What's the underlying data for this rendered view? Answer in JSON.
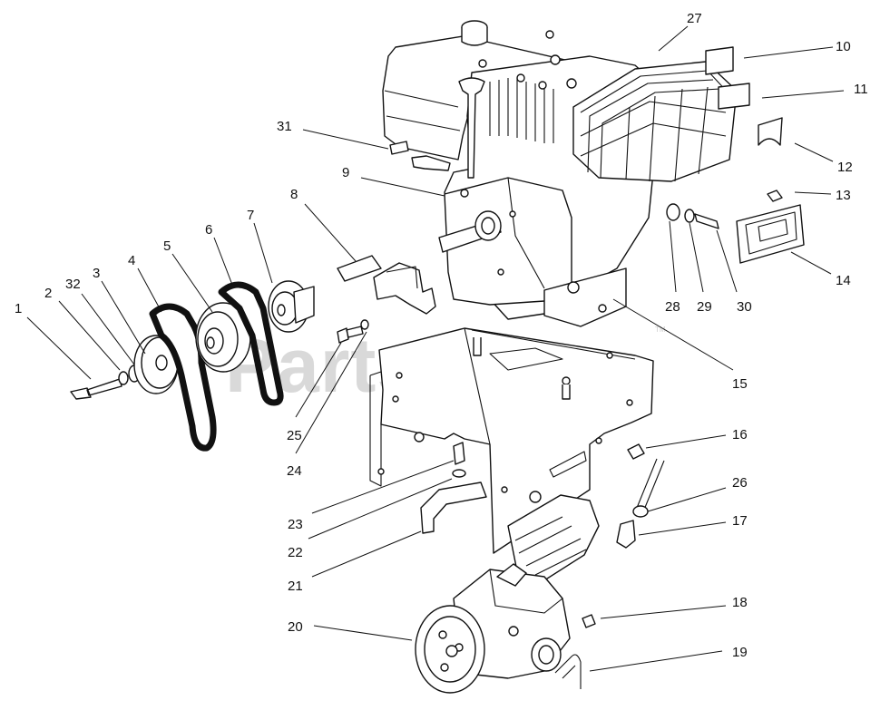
{
  "watermark": {
    "text": "PartsTree",
    "trademark": "TM"
  },
  "callouts": [
    {
      "id": "1",
      "label": "1"
    },
    {
      "id": "2",
      "label": "2"
    },
    {
      "id": "32",
      "label": "32"
    },
    {
      "id": "3",
      "label": "3"
    },
    {
      "id": "4",
      "label": "4"
    },
    {
      "id": "5",
      "label": "5"
    },
    {
      "id": "6",
      "label": "6"
    },
    {
      "id": "7",
      "label": "7"
    },
    {
      "id": "8",
      "label": "8"
    },
    {
      "id": "9",
      "label": "9"
    },
    {
      "id": "31",
      "label": "31"
    },
    {
      "id": "27",
      "label": "27"
    },
    {
      "id": "10",
      "label": "10"
    },
    {
      "id": "11",
      "label": "11"
    },
    {
      "id": "12",
      "label": "12"
    },
    {
      "id": "13",
      "label": "13"
    },
    {
      "id": "14",
      "label": "14"
    },
    {
      "id": "28",
      "label": "28"
    },
    {
      "id": "29",
      "label": "29"
    },
    {
      "id": "30",
      "label": "30"
    },
    {
      "id": "15",
      "label": "15"
    },
    {
      "id": "16",
      "label": "16"
    },
    {
      "id": "26",
      "label": "26"
    },
    {
      "id": "17",
      "label": "17"
    },
    {
      "id": "18",
      "label": "18"
    },
    {
      "id": "19",
      "label": "19"
    },
    {
      "id": "20",
      "label": "20"
    },
    {
      "id": "21",
      "label": "21"
    },
    {
      "id": "22",
      "label": "22"
    },
    {
      "id": "23",
      "label": "23"
    },
    {
      "id": "24",
      "label": "24"
    },
    {
      "id": "25",
      "label": "25"
    }
  ]
}
